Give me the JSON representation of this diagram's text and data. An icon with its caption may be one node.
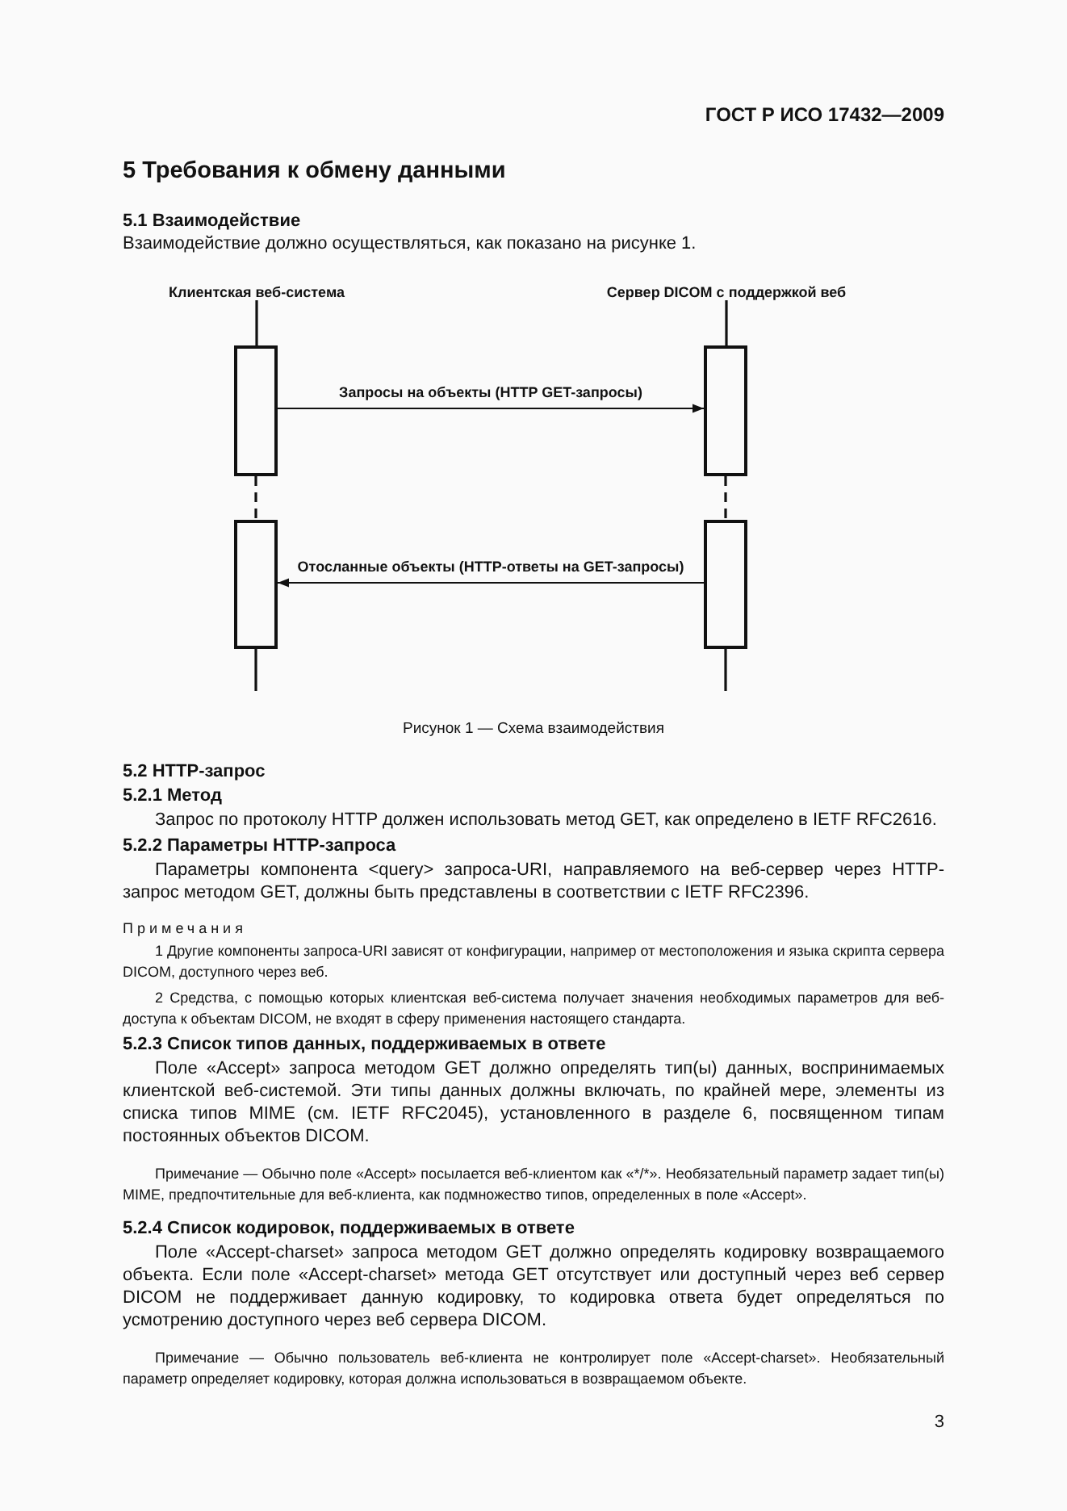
{
  "diagram": {
    "caption": "Рисунок 1 — Схема взаимодействия",
    "nodes": [
      {
        "text": [
          "Клиентская веб-система"
        ]
      },
      {
        "text": [
          "Сервер DICOM с поддержкой веб"
        ]
      },
      {
        "text": [],
        "shape": "box"
      },
      {
        "text": [],
        "shape": "box"
      },
      {
        "text": [],
        "shape": "box"
      },
      {
        "text": [],
        "shape": "box"
      }
    ],
    "edges": [
      {
        "from": 0,
        "to": 2,
        "arrow": "none"
      },
      {
        "from": 1,
        "to": 3,
        "arrow": "none"
      },
      {
        "from": 2,
        "to": 3,
        "arrow": "to",
        "label": "Запросы на объекты (HTTP GET-запросы)"
      },
      {
        "from": 2,
        "to": 4,
        "arrow": "none",
        "style": "dashed"
      },
      {
        "from": 3,
        "to": 5,
        "arrow": "none",
        "style": "dashed"
      },
      {
        "from": 5,
        "to": 4,
        "arrow": "to",
        "label": "Отосланные объекты (HTTP-ответы на GET-запросы)"
      },
      {
        "from": 4,
        "to": null,
        "arrow": "none"
      },
      {
        "from": 5,
        "to": null,
        "arrow": "none"
      }
    ],
    "labels": [
      "ГОСТ Р ИСО 17432—2009",
      "5 Требования к обмену данными",
      "5.1 Взаимодействие",
      "Взаимодействие должно осуществляться, как показано на рисунке 1.",
      "5.2 HTTP-запрос",
      "5.2.1 Метод",
      "Запрос по протоколу HTTP должен использовать метод GET, как определено в IETF RFC2616.",
      "5.2.2 Параметры HTTP-запроса",
      "Параметры компонента <query> запроса-URI, направляемого на веб-сервер через HTTP-запрос методом GET, должны быть представлены в соответствии с IETF RFC2396.",
      "Примечания",
      "1 Другие компоненты запроса-URI зависят от конфигурации, например от местоположения и языка скрипта сервера DICOM, доступного через веб.",
      "2 Средства, с помощью которых клиентская веб-система получает значения необходимых параметров для веб-доступа к объектам DICOM, не входят в сферу применения настоящего стандарта.",
      "5.2.3 Список типов данных, поддерживаемых в ответе",
      "Поле «Accept» запроса методом GET должно определять тип(ы) данных, воспринимаемых клиентской веб-системой. Эти типы данных должны включать, по крайней мере, элементы из списка типов MIME (см. IETF RFC2045), установленного в разделе 6, посвященном типам постоянных объектов DICOM.",
      "Примечание — Обычно поле «Accept» посылается веб-клиентом как «*/*». Необязательный параметр задает тип(ы) MIME, предпочтительные для веб-клиента, как подмножество типов, определенных в поле «Accept».",
      "5.2.4 Список кодировок, поддерживаемых в ответе",
      "Поле «Accept-charset» запроса методом GET должно определять кодировку возвращаемого объекта. Если поле «Accept-charset» метода GET отсутствует или доступный через веб сервер DICOM не поддерживает данную кодировку, то кодировка ответа будет определяться по усмотрению доступного через веб сервера DICOM.",
      "Примечание — Обычно пользователь веб-клиента не контролирует поле «Accept-charset». Необязательный параметр определяет кодировку, которая должна использоваться в возвращаемом объекте.",
      "3"
    ]
  }
}
